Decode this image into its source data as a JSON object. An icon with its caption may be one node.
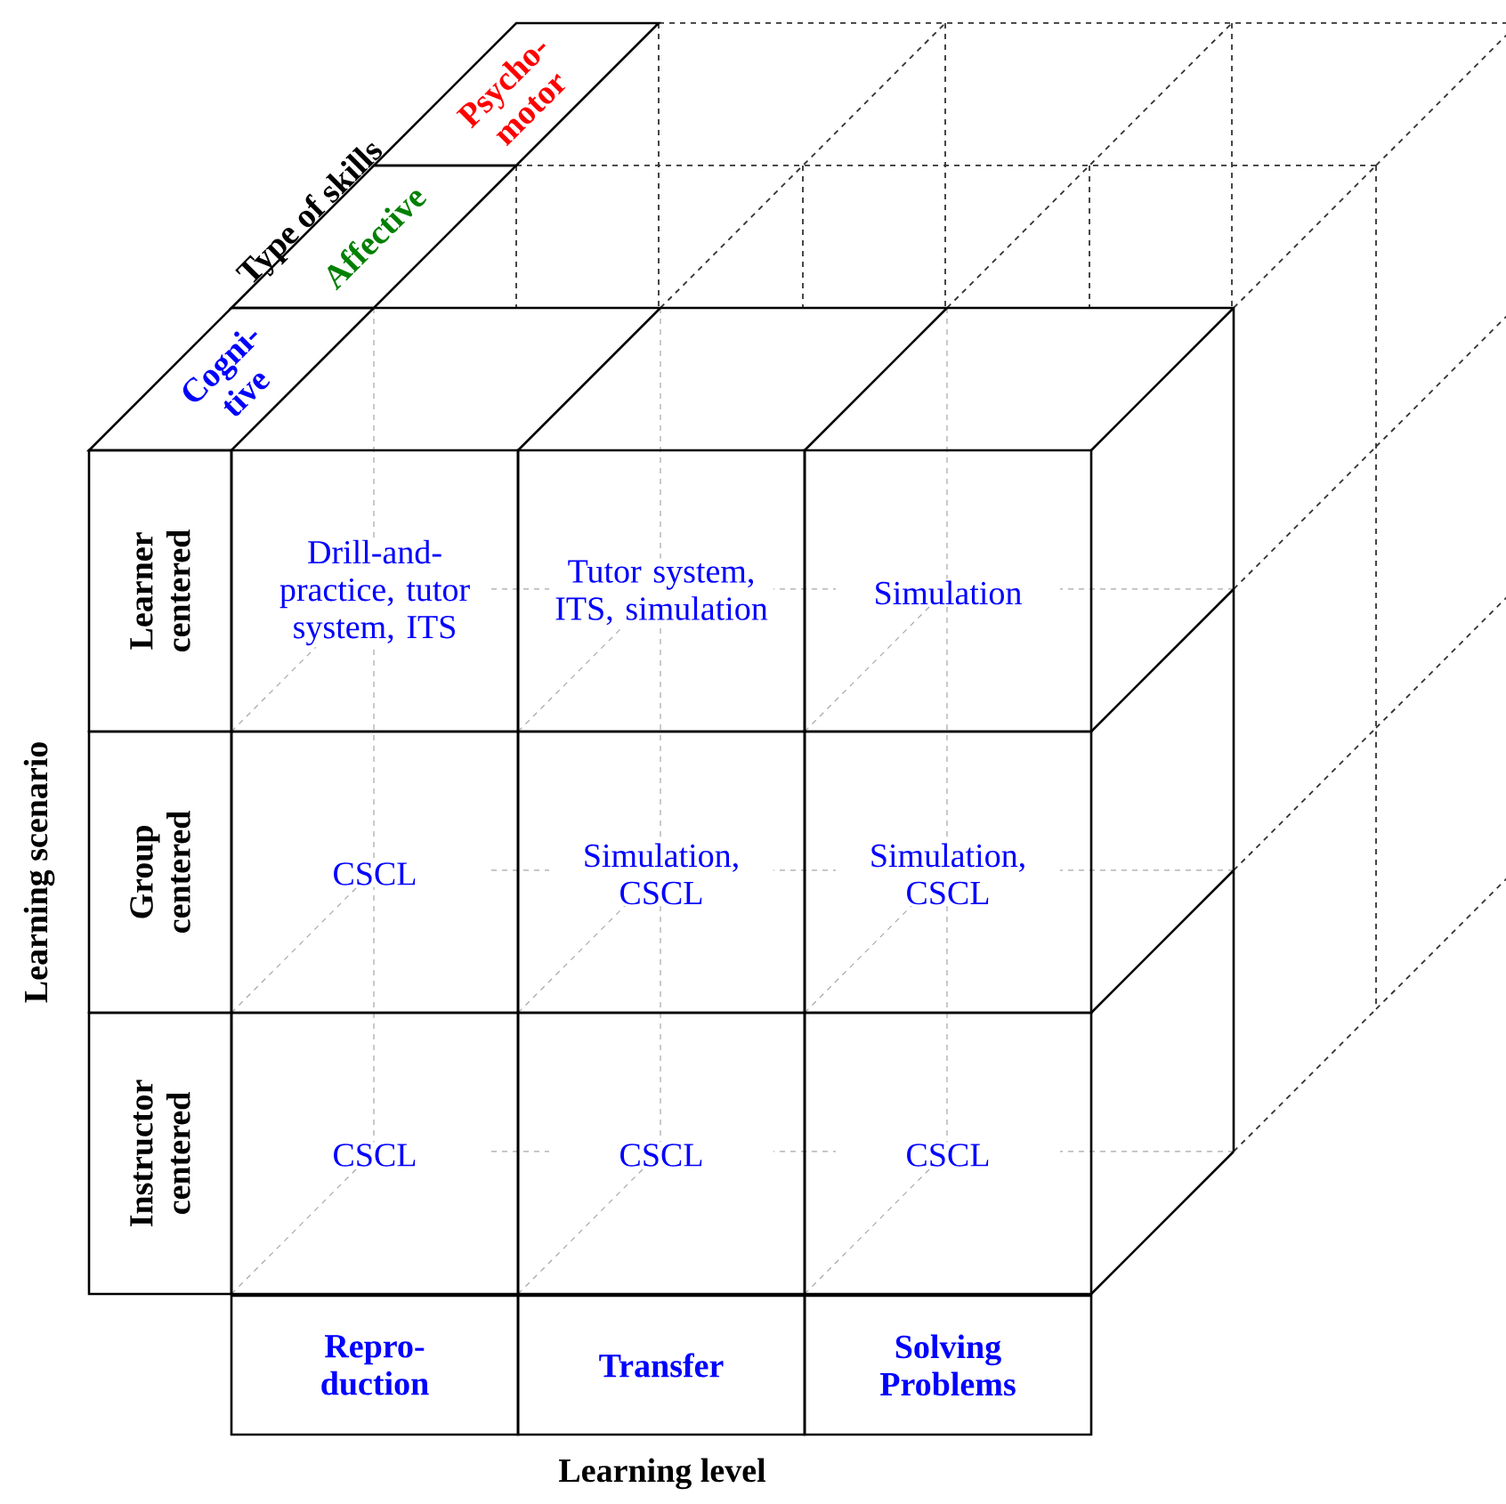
{
  "diagram": {
    "nodes": [
      {
        "text": [
          "Cogni- tive"
        ]
      },
      {
        "text": [
          "Affective"
        ]
      },
      {
        "text": [
          "Psycho- motor"
        ]
      },
      {
        "text": [
          "Learner centered"
        ]
      },
      {
        "text": [
          "Group centered"
        ]
      },
      {
        "text": [
          "Instructor centered"
        ]
      },
      {
        "text": [
          "Drill-and- practice, tutor system, ITS"
        ]
      },
      {
        "text": [
          "Tutor system, ITS, simulation"
        ]
      },
      {
        "text": [
          "Simulation"
        ]
      },
      {
        "text": [
          "CSCL"
        ]
      },
      {
        "text": [
          "Simulation, CSCL"
        ]
      },
      {
        "text": [
          "Simulation, CSCL"
        ]
      },
      {
        "text": [
          "CSCL"
        ]
      },
      {
        "text": [
          "CSCL"
        ]
      },
      {
        "text": [
          "CSCL"
        ]
      },
      {
        "text": [
          "Repro- duction"
        ]
      },
      {
        "text": [
          "Transfer"
        ]
      },
      {
        "text": [
          "Solving Problems"
        ]
      }
    ],
    "edges": [],
    "labels": [
      "Type of skills",
      "Learning scenario",
      "Learning level"
    ]
  }
}
